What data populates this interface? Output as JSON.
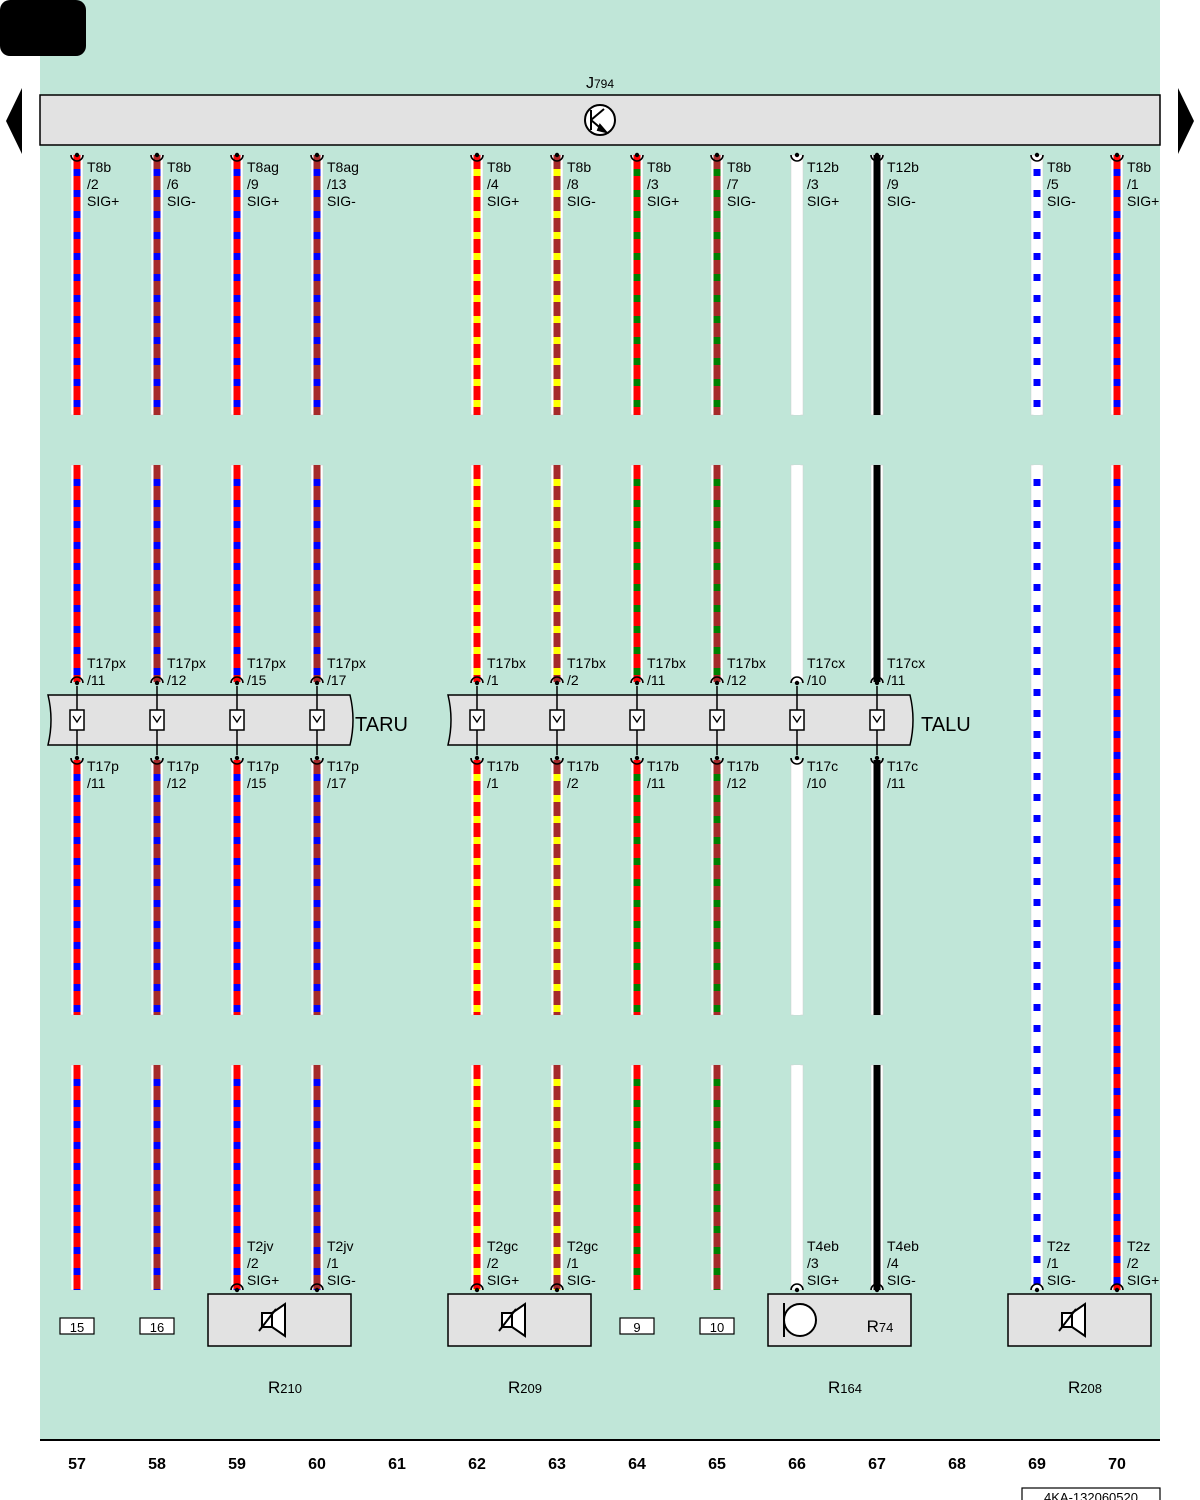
{
  "ecu": {
    "label": "J794",
    "letter": "J",
    "number": "794",
    "icon": "transistor-symbol-icon"
  },
  "connector_blocks": [
    {
      "label": "TARU"
    },
    {
      "label": "TALU"
    }
  ],
  "colors": {
    "background": "#c0e6d8",
    "bar": "#e2e2e2",
    "red": "#ff0000",
    "blue": "#0000ff",
    "brown": "#a52a2a",
    "yellow": "#ffff00",
    "green": "#008000",
    "white": "#ffffff",
    "black": "#000000"
  },
  "wires": [
    {
      "column": "57",
      "colors": [
        "red",
        "blue"
      ],
      "top": [
        "T8b",
        "/2",
        "SIG+"
      ],
      "upper_block": [
        "T17px",
        "/11"
      ],
      "lower_block": [
        "T17p",
        "/11"
      ],
      "bottom": [],
      "end_ref": "15"
    },
    {
      "column": "58",
      "colors": [
        "brown",
        "blue"
      ],
      "top": [
        "T8b",
        "/6",
        "SIG-"
      ],
      "upper_block": [
        "T17px",
        "/12"
      ],
      "lower_block": [
        "T17p",
        "/12"
      ],
      "bottom": [],
      "end_ref": "16"
    },
    {
      "column": "59",
      "colors": [
        "red",
        "blue"
      ],
      "top": [
        "T8ag",
        "/9",
        "SIG+"
      ],
      "upper_block": [
        "T17px",
        "/15"
      ],
      "lower_block": [
        "T17p",
        "/15"
      ],
      "bottom": [
        "T2jv",
        "/2",
        "SIG+"
      ],
      "end_ref": ""
    },
    {
      "column": "60",
      "colors": [
        "brown",
        "blue"
      ],
      "top": [
        "T8ag",
        "/13",
        "SIG-"
      ],
      "upper_block": [
        "T17px",
        "/17"
      ],
      "lower_block": [
        "T17p",
        "/17"
      ],
      "bottom": [
        "T2jv",
        "/1",
        "SIG-"
      ],
      "end_ref": ""
    },
    {
      "column": "62",
      "colors": [
        "red",
        "yellow"
      ],
      "top": [
        "T8b",
        "/4",
        "SIG+"
      ],
      "upper_block": [
        "T17bx",
        "/1"
      ],
      "lower_block": [
        "T17b",
        "/1"
      ],
      "bottom": [
        "T2gc",
        "/2",
        "SIG+"
      ],
      "end_ref": ""
    },
    {
      "column": "63",
      "colors": [
        "brown",
        "yellow"
      ],
      "top": [
        "T8b",
        "/8",
        "SIG-"
      ],
      "upper_block": [
        "T17bx",
        "/2"
      ],
      "lower_block": [
        "T17b",
        "/2"
      ],
      "bottom": [
        "T2gc",
        "/1",
        "SIG-"
      ],
      "end_ref": ""
    },
    {
      "column": "64",
      "colors": [
        "red",
        "green"
      ],
      "top": [
        "T8b",
        "/3",
        "SIG+"
      ],
      "upper_block": [
        "T17bx",
        "/11"
      ],
      "lower_block": [
        "T17b",
        "/11"
      ],
      "bottom": [],
      "end_ref": "9"
    },
    {
      "column": "65",
      "colors": [
        "brown",
        "green"
      ],
      "top": [
        "T8b",
        "/7",
        "SIG-"
      ],
      "upper_block": [
        "T17bx",
        "/12"
      ],
      "lower_block": [
        "T17b",
        "/12"
      ],
      "bottom": [],
      "end_ref": "10"
    },
    {
      "column": "66",
      "colors": [
        "white"
      ],
      "top": [
        "T12b",
        "/3",
        "SIG+"
      ],
      "upper_block": [
        "T17cx",
        "/10"
      ],
      "lower_block": [
        "T17c",
        "/10"
      ],
      "bottom": [
        "T4eb",
        "/3",
        "SIG+"
      ],
      "end_ref": ""
    },
    {
      "column": "67",
      "colors": [
        "black"
      ],
      "top": [
        "T12b",
        "/9",
        "SIG-"
      ],
      "upper_block": [
        "T17cx",
        "/11"
      ],
      "lower_block": [
        "T17c",
        "/11"
      ],
      "bottom": [
        "T4eb",
        "/4",
        "SIG-"
      ],
      "end_ref": ""
    },
    {
      "column": "69",
      "colors": [
        "white",
        "blue"
      ],
      "top": [
        "T8b",
        "/5",
        "SIG-"
      ],
      "upper_block": null,
      "lower_block": null,
      "bottom": [
        "T2z",
        "/1",
        "SIG-"
      ],
      "end_ref": ""
    },
    {
      "column": "70",
      "colors": [
        "red",
        "blue"
      ],
      "top": [
        "T8b",
        "/1",
        "SIG+"
      ],
      "upper_block": null,
      "lower_block": null,
      "bottom": [
        "T2z",
        "/2",
        "SIG+"
      ],
      "end_ref": ""
    }
  ],
  "components": [
    {
      "kind": "speaker",
      "label": "R210",
      "letter": "R",
      "number": "210",
      "inner_label": "",
      "icon": "speaker-icon"
    },
    {
      "kind": "speaker",
      "label": "R209",
      "letter": "R",
      "number": "209",
      "inner_label": "",
      "icon": "speaker-icon"
    },
    {
      "kind": "microphone",
      "label": "R164",
      "letter": "R",
      "number": "164",
      "inner_label": "R74",
      "inner_letter": "R",
      "inner_number": "74",
      "icon": "microphone-icon"
    },
    {
      "kind": "speaker",
      "label": "R208",
      "letter": "R",
      "number": "208",
      "inner_label": "",
      "icon": "speaker-icon"
    }
  ],
  "columns": [
    "57",
    "58",
    "59",
    "60",
    "61",
    "62",
    "63",
    "64",
    "65",
    "66",
    "67",
    "68",
    "69",
    "70"
  ],
  "footer": {
    "figure_code": "4KA-132060520"
  }
}
